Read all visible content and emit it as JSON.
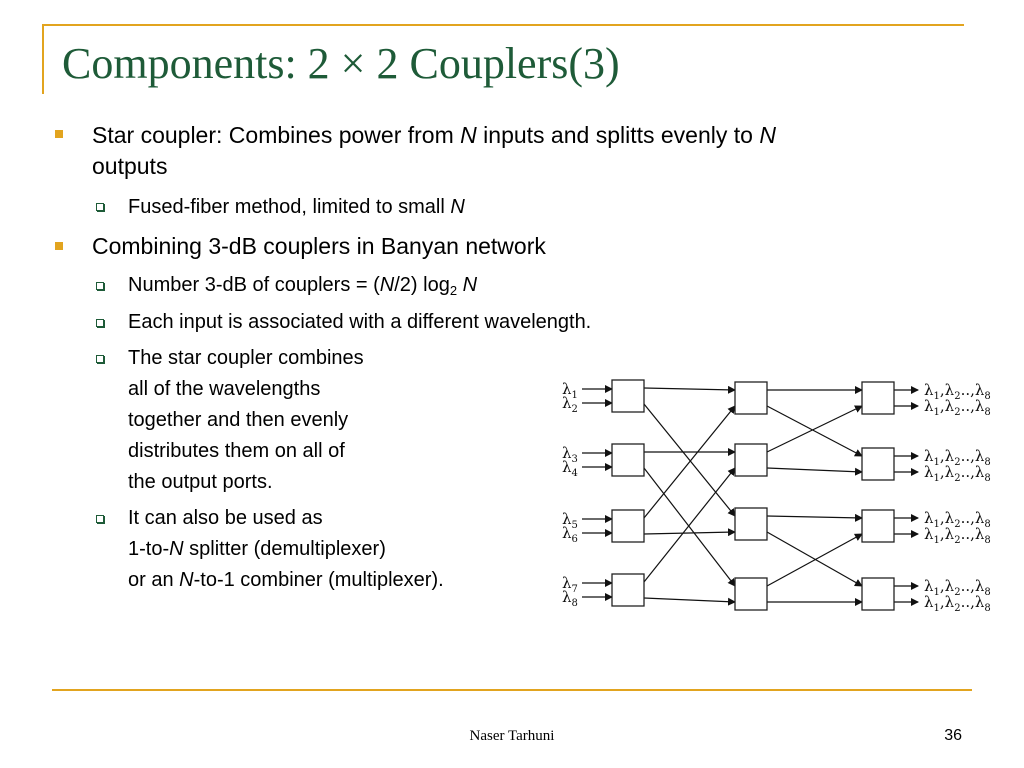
{
  "slide": {
    "title": "Components: 2 × 2 Couplers(3)",
    "footer": "Naser Tarhuni",
    "page_number": "36"
  },
  "bullets": {
    "star_a": "Star coupler: Combines power from ",
    "star_n1": "N",
    "star_b": " inputs and splitts evenly to ",
    "star_n2": "N",
    "star_c": "outputs",
    "fused_a": "Fused-fiber method, limited to small ",
    "fused_n": "N",
    "banyan": "Combining 3-dB couplers in Banyan network",
    "num_a": "Number 3-dB of couplers = (",
    "num_n": "N",
    "num_b": "/2) log",
    "num_sub": "2",
    "num_c": " ",
    "num_n2": "N",
    "assoc": "Each input is associated with a different wavelength.",
    "star_lines": [
      "The star coupler combines",
      "all of the wavelengths",
      "together and then evenly",
      "distributes them on all of",
      "the output ports."
    ],
    "used_1": "It can also be used as",
    "used_2a": "1-to-",
    "used_2n": "N",
    "used_2b": " splitter (demultiplexer)",
    "used_3a": "or an ",
    "used_3n": "N",
    "used_3b": "-to-1 combiner (multiplexer)."
  },
  "diagram": {
    "inputs": [
      {
        "sym": "λ",
        "sub": "1"
      },
      {
        "sym": "λ",
        "sub": "2"
      },
      {
        "sym": "λ",
        "sub": "3"
      },
      {
        "sym": "λ",
        "sub": "4"
      },
      {
        "sym": "λ",
        "sub": "5"
      },
      {
        "sym": "λ",
        "sub": "6"
      },
      {
        "sym": "λ",
        "sub": "7"
      },
      {
        "sym": "λ",
        "sub": "8"
      }
    ],
    "output": {
      "a": "λ",
      "a_sub": "1",
      "sep": ",",
      "b": "λ",
      "b_sub": "2",
      "dots": "..,",
      "c": "λ",
      "c_sub": "8"
    }
  }
}
